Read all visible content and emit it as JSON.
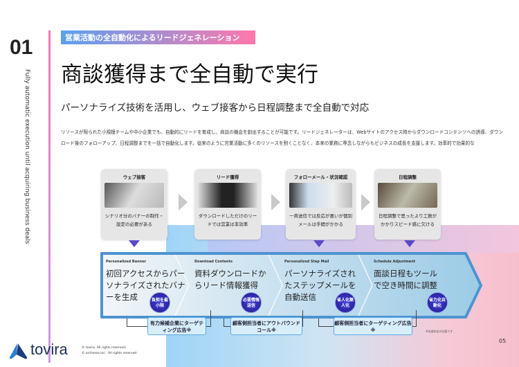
{
  "section": {
    "number": "01",
    "vertical_text": "Fully automatic execution until acquiring business deals",
    "tag": "営業活動の全自動化によるリードジェネレーション",
    "title": "商談獲得まで全自動で実行",
    "subtitle": "パーソナライズ技術を活用し、ウェブ接客から日程調整まで全自動で対応",
    "paragraph": "リソースが限られた小規模チームや中小企業でも、自動的にリードを育成し、商談の機会を創出することが可能です。リードジェネレーターは、Webサイトのアクセス時からダウンロードコンテンツへの誘導、ダウンロード後のフォローアップ、日程調整までを一括で自動化します。従来のように営業活動に多くのリソースを割くことなく、本来の業務に専念しながらもビジネスの成長を支援します。効率的で効果的な"
  },
  "problems": [
    {
      "title": "ウェブ接客",
      "desc": "シナリオ分のバナーの制作・設定の必要がある"
    },
    {
      "title": "リード獲得",
      "desc": "ダウンロードしただけのリードでは営業は非効率"
    },
    {
      "title": "フォローメール・状況確認",
      "desc": "一斉送信では反応が悪いが個別メールは手間がかかる"
    },
    {
      "title": "日程調整",
      "desc": "日程調整で思ったより工数がかかりスピード感に欠ける"
    }
  ],
  "steps": [
    {
      "en": "Personalized Banner",
      "jp": "初回アクセスからパーソナライズされたバナーを生成",
      "badge": "負担を最小限"
    },
    {
      "en": "Download Contents",
      "jp": "資料ダウンロードからリード情報獲得",
      "badge": "必要情報送信"
    },
    {
      "en": "Personalized Step Mail",
      "jp": "パーソナライズされたステップメールを自動送信",
      "badge": "省人化無人化"
    },
    {
      "en": "Schedule Adjustment",
      "jp": "面談日程もツールで空き時間に調整",
      "badge": "省力化自動化"
    }
  ],
  "options": [
    {
      "label": "有力候補企業にターゲティング広告※"
    },
    {
      "label": "顧客側担当者にアウトバウンドコール※"
    },
    {
      "label": "顧客側担当者にターゲティング広告※"
    }
  ],
  "note": "※別途料金が必要です",
  "page_number": "05",
  "footer": {
    "brand": "tovira",
    "copyright1": "© tovira. All rights reserved.",
    "copyright2": "© archerea.inc . All rights reserved."
  },
  "colors": {
    "accent_blue": "#5aa0f0",
    "accent_pink": "#ff78ac",
    "band": "#5a9fd6",
    "badge": "#2c22a0"
  }
}
